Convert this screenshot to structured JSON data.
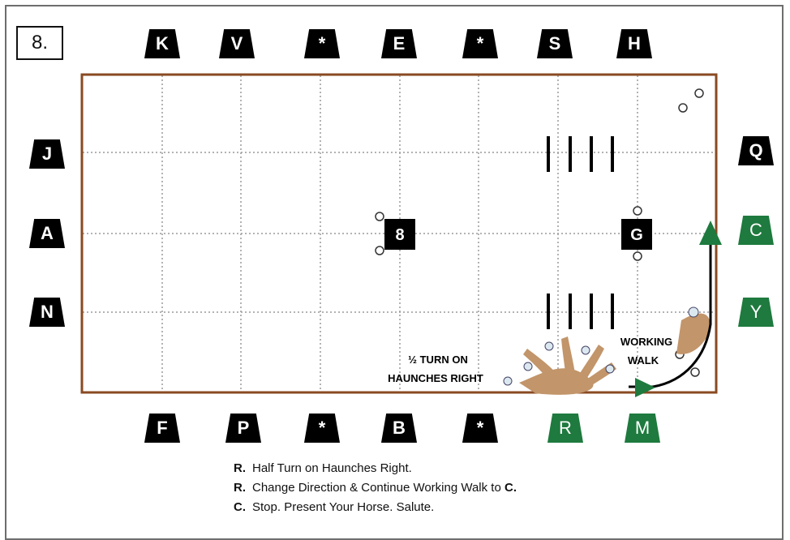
{
  "pattern_number": "8.",
  "markers": {
    "top": [
      "K",
      "V",
      "*",
      "E",
      "*",
      "S",
      "H"
    ],
    "bottom": [
      "F",
      "P",
      "*",
      "B",
      "*",
      "R",
      "M"
    ],
    "left": [
      "J",
      "A",
      "N"
    ],
    "right": [
      "Q",
      "C",
      "Y"
    ],
    "green_markers": [
      "R",
      "M",
      "C",
      "Y"
    ]
  },
  "arena_labels": {
    "center_cone": "8",
    "g_cone": "G",
    "turn_label_line1": "½ TURN ON",
    "turn_label_line2": "HAUNCHES RIGHT",
    "walk_label_line1": "WORKING",
    "walk_label_line2": "WALK"
  },
  "colors": {
    "arena_border": "#8a4a22",
    "green_marker": "#1e7a3e",
    "horse": "#c2956a",
    "path": "#000000",
    "arrow": "#1e7a3e"
  },
  "instructions": [
    {
      "marker": "R.",
      "text": "Half Turn on Haunches Right."
    },
    {
      "marker": "R.",
      "text": "Change Direction & Continue Working Walk to",
      "end_marker": "C."
    },
    {
      "marker": "C.",
      "text": "Stop. Present Your Horse. Salute."
    }
  ]
}
